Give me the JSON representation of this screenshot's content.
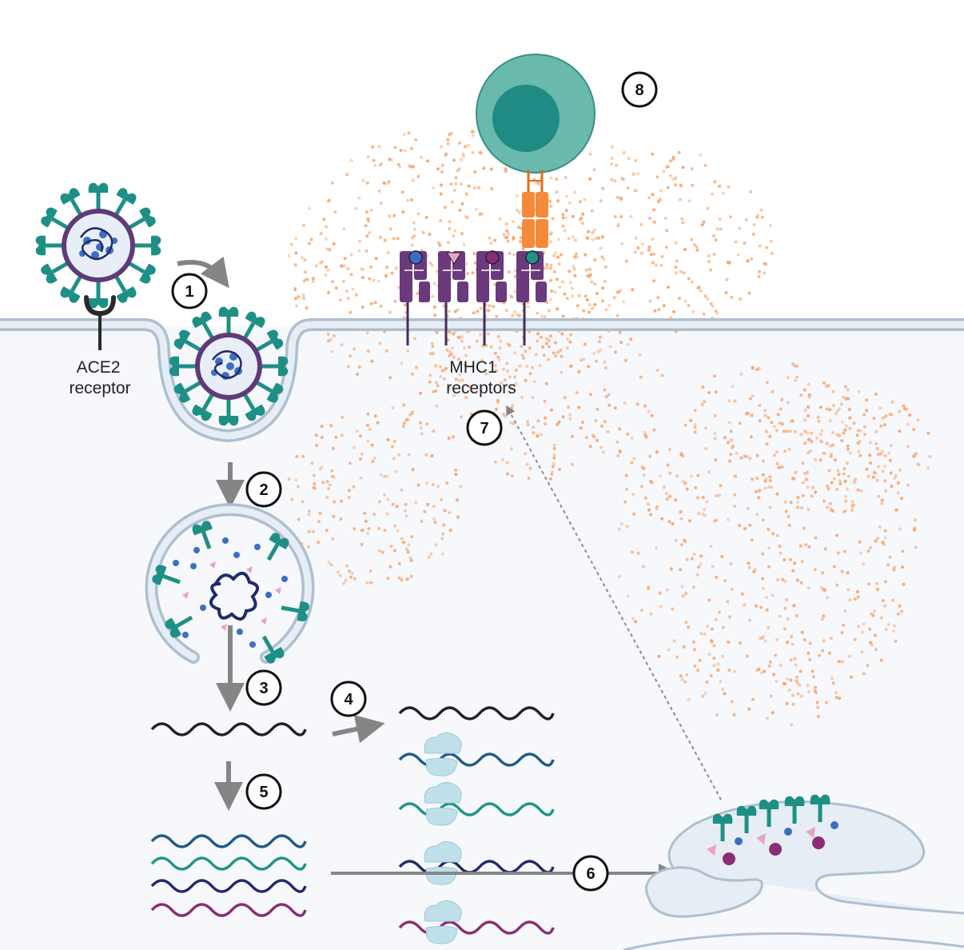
{
  "labels": {
    "ace2_line1": "ACE2",
    "ace2_line2": "receptor",
    "mhc_line1": "MHC1",
    "mhc_line2": "receptors"
  },
  "steps": [
    "1",
    "2",
    "3",
    "4",
    "5",
    "6",
    "7",
    "8"
  ],
  "colors": {
    "membrane": "#b9c8d8",
    "membrane_fill": "#e6edf4",
    "cytoplasm": "#f6f8fc",
    "spike": "#1e8f85",
    "virus_envelope": "#5e3b78",
    "mhc": "#6b3a7d",
    "tcr": "#f58a3a",
    "tcell_outer": "#6ab9ad",
    "tcell_nucleus": "#1f8b84",
    "cytokine_dots": "#f6a46c",
    "ribosome": "#bfe0ea",
    "rna_black": "#222222",
    "rna_blue": "#1f5b86",
    "rna_teal": "#1e9583",
    "rna_navy": "#232a6b",
    "rna_magenta": "#8a2d74",
    "arrow": "#858585"
  }
}
